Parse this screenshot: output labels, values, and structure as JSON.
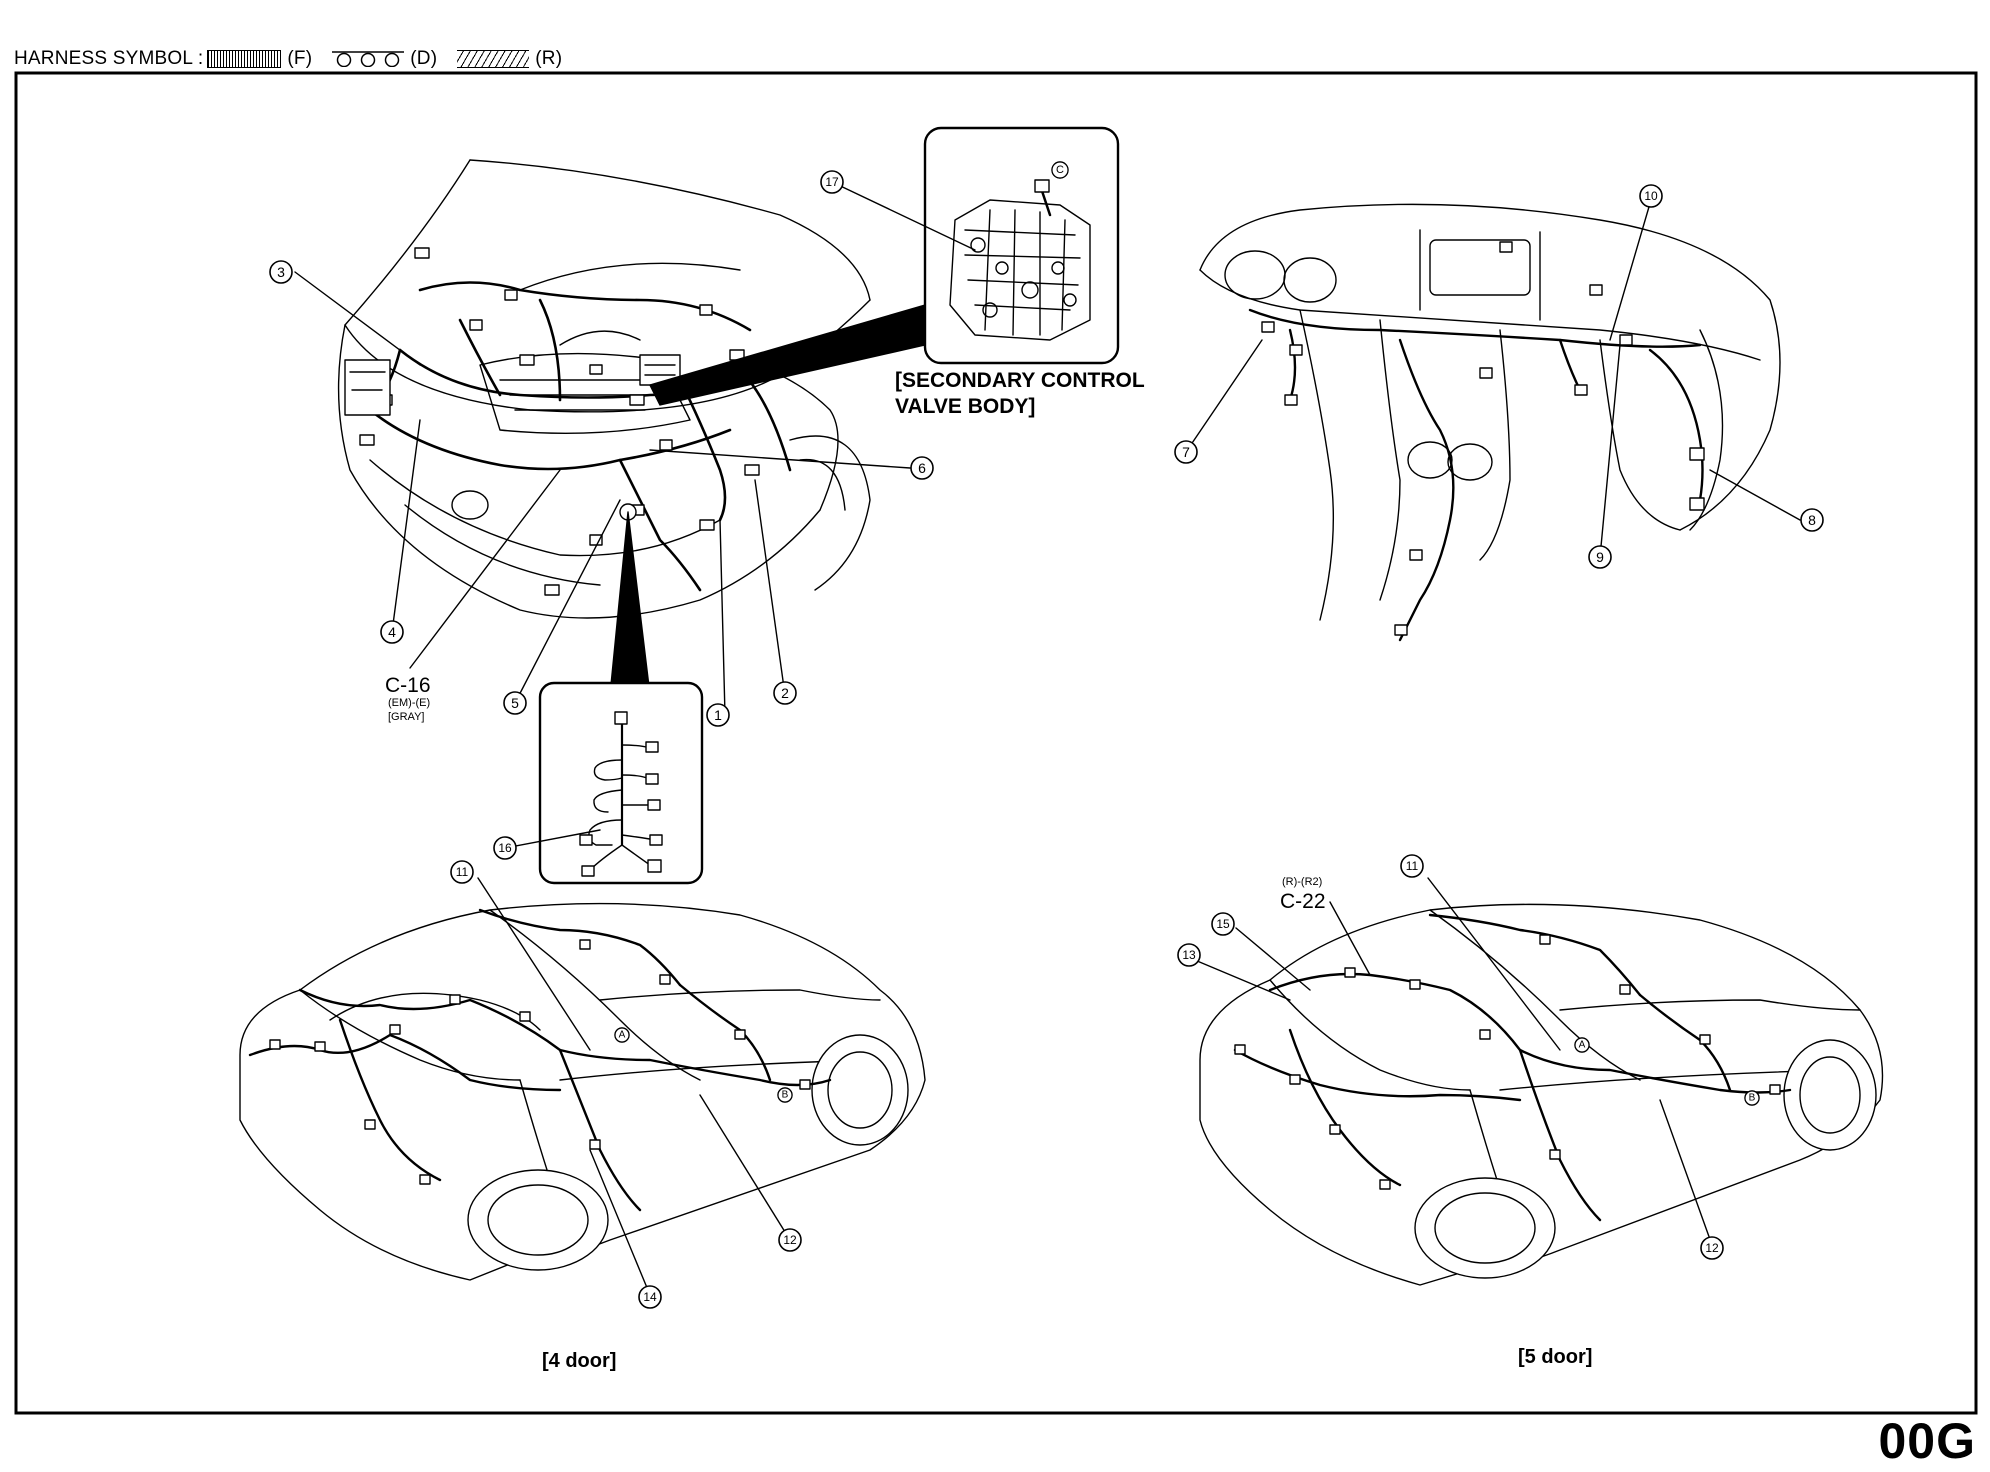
{
  "header": {
    "legend_title": "HARNESS SYMBOL :",
    "symbols": [
      {
        "code": "(F)",
        "pattern": "dots"
      },
      {
        "code": "(D)",
        "pattern": "circles"
      },
      {
        "code": "(R)",
        "pattern": "hatch"
      }
    ]
  },
  "callouts": [
    "1",
    "2",
    "3",
    "4",
    "5",
    "6",
    "7",
    "8",
    "9",
    "10",
    "11",
    "12",
    "13",
    "14",
    "15",
    "16",
    "17"
  ],
  "connectors": {
    "c16": {
      "id": "C-16",
      "sub": "(EM)-(E)",
      "color": "[GRAY]"
    },
    "c22": {
      "id": "C-22",
      "sub": "(R)-(R2)"
    }
  },
  "labels": {
    "secondary_line1": "[SECONDARY CONTROL",
    "secondary_line2": "VALVE BODY]",
    "inset_marker": "C",
    "four_door": "[4 door]",
    "five_door": "[5 door]",
    "marker_a": "A",
    "marker_b": "B"
  },
  "page_code": "00G",
  "colors": {
    "ink": "#000000",
    "paper": "#ffffff"
  }
}
